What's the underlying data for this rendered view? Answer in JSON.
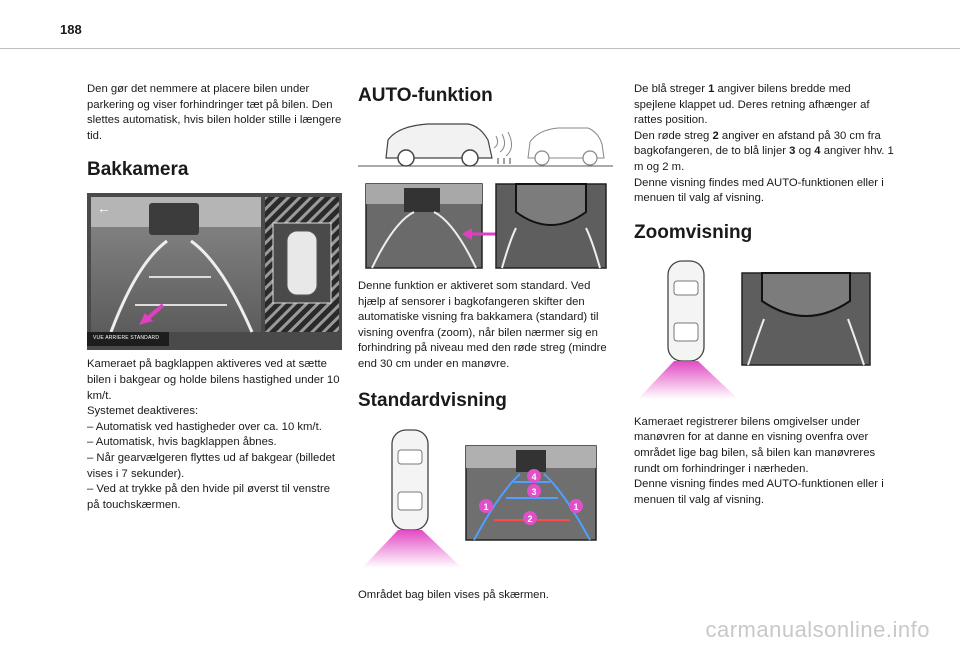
{
  "page_number": "188",
  "column1": {
    "intro_text": "Den gør det nemmere at placere bilen under parkering og viser forhindringer tæt på bilen. Den slettes automatisk, hvis bilen holder stille i længere tid.",
    "heading": "Bakkamera",
    "screen_banner": "VUE ARRIERE STANDARD",
    "body_lines": [
      "Kameraet på bagklappen aktiveres ved at sætte bilen i bakgear og holde bilens hastighed under 10 km/t.",
      "Systemet deaktiveres:",
      "–  Automatisk ved hastigheder over ca. 10 km/t.",
      "–  Automatisk, hvis bagklappen åbnes.",
      "–  Når gearvælgeren flyttes ud af bakgear (billedet vises i 7 sekunder).",
      "–  Ved at trykke på den hvide pil øverst til venstre på touchskærmen."
    ]
  },
  "column2": {
    "heading1": "AUTO-funktion",
    "text1": "Denne funktion er aktiveret som standard. Ved hjælp af sensorer i bagkofangeren skifter den automatiske visning fra bakkamera (standard) til visning ovenfra (zoom), når bilen nærmer sig en forhindring på niveau med den røde streg (mindre end 30 cm under en manøvre.",
    "heading2": "Standardvisning",
    "markers": [
      "1",
      "2",
      "3",
      "4",
      "1"
    ],
    "text2": "Området bag bilen vises på skærmen."
  },
  "column3": {
    "text1_parts": [
      "De blå streger ",
      "1",
      " angiver bilens bredde med spejlene klappet ud. Deres retning afhænger af rattes position."
    ],
    "text2_parts": [
      "Den røde streg ",
      "2",
      " angiver en afstand på 30 cm fra bagkofangeren, de to blå linjer ",
      "3",
      " og ",
      "4",
      " angiver hhv. 1 m og 2 m."
    ],
    "text3": "Denne visning findes med AUTO-funktionen eller i menuen til valg af visning.",
    "heading": "Zoomvisning",
    "text4": "Kameraet registrerer bilens omgivelser under manøvren for at danne en visning ovenfra over området lige bag bilen, så bilen kan manøvreres rundt om forhindringer i nærheden.",
    "text5": "Denne visning findes med AUTO-funktionen eller i menuen til valg af visning."
  },
  "watermark": "carmanualsonline.info",
  "colors": {
    "accent_magenta": "#e040c0",
    "marker_fill": "#e050c8",
    "screen_dark": "#3a3a3a"
  }
}
